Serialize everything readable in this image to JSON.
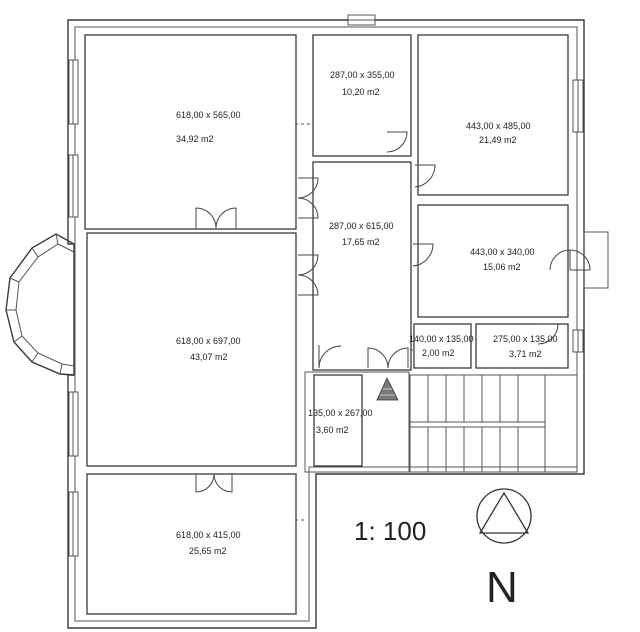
{
  "rooms": [
    {
      "size": "618,00 x 565,00",
      "area": "34,92 m2"
    },
    {
      "size": "287,00 x 355,00",
      "area": "10,20 m2"
    },
    {
      "size": "443,00 x 485,00",
      "area": "21,49 m2"
    },
    {
      "size": "287,00 x 615,00",
      "area": "17,65 m2"
    },
    {
      "size": "443,00 x 340,00",
      "area": "15,06 m2"
    },
    {
      "size": "618,00 x 697,00",
      "area": "43,07 m2"
    },
    {
      "size": "140,00 x 135,00",
      "area": "2,00 m2"
    },
    {
      "size": "275,00 x 135,00",
      "area": "3,71 m2"
    },
    {
      "size": "135,00 x 267,00",
      "area": "3,60 m2"
    },
    {
      "size": "618,00 x 415,00",
      "area": "25,65 m2"
    }
  ],
  "scale": "1: 100",
  "north": "N"
}
